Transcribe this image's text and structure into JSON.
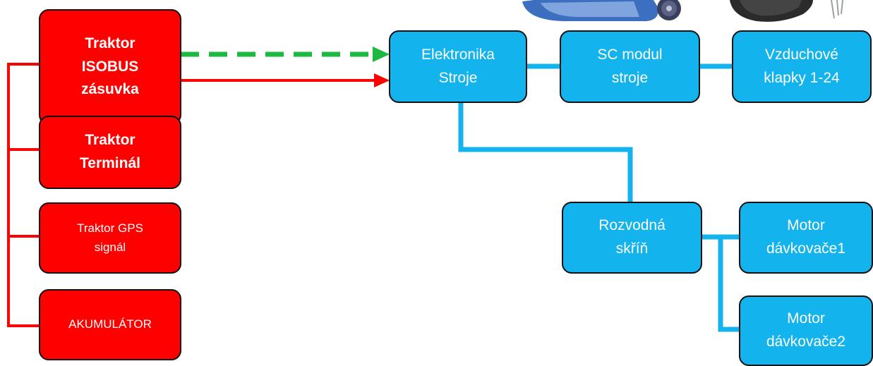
{
  "colors": {
    "red": "#ff0000",
    "blue": "#13b3ee",
    "green": "#1db83f"
  },
  "nodes": {
    "isobus": {
      "lines": [
        "Traktor",
        "ISOBUS",
        "zásuvka"
      ]
    },
    "terminal": {
      "lines": [
        "Traktor",
        "Terminál"
      ]
    },
    "gps": {
      "lines": [
        "Traktor GPS",
        "signál"
      ]
    },
    "akumulator": {
      "lines": [
        "AKUMULÁTOR"
      ]
    },
    "elektronika": {
      "lines": [
        "Elektronika",
        "Stroje"
      ]
    },
    "sc_modul": {
      "lines": [
        "SC modul",
        "stroje"
      ]
    },
    "klapky": {
      "lines": [
        "Vzduchové",
        "klapky 1-24"
      ]
    },
    "rozvodna": {
      "lines": [
        "Rozvodná",
        "skříň"
      ]
    },
    "motor1": {
      "lines": [
        "Motor",
        "dávkovače1"
      ]
    },
    "motor2": {
      "lines": [
        "Motor",
        "dávkovače2"
      ]
    }
  },
  "images": [
    "machine-illustration",
    "wheel-illustration"
  ]
}
